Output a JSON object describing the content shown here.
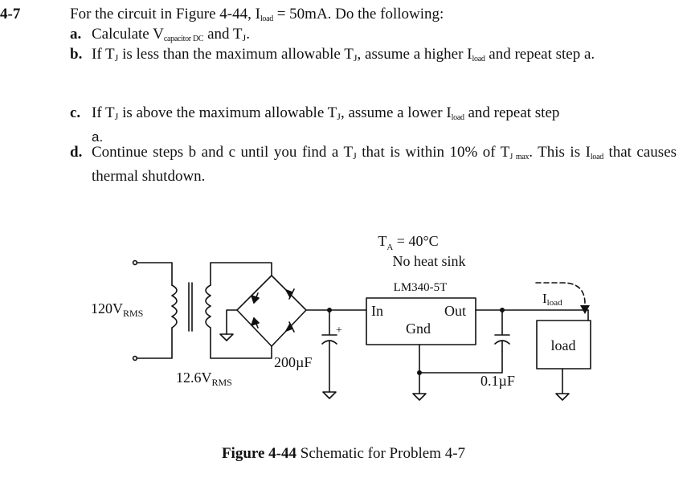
{
  "problem": {
    "number": "4-7",
    "statement": {
      "before": "For the circuit in Figure 4-44,  I",
      "sub": "load",
      "after": " = 50mA.  Do the following:"
    },
    "items": [
      {
        "label": "a.",
        "text": {
          "p1": "Calculate V",
          "s1": "capacitor DC",
          "p2": " and T",
          "s2": "J",
          "p3": "."
        }
      },
      {
        "label": "b.",
        "text": {
          "p1": "If T",
          "s1": "J",
          "p2": " is less than the maximum allowable T",
          "s2": "J",
          "p3": ", assume a higher I",
          "s3": "load",
          "p4": " and repeat step a."
        }
      },
      {
        "label": "c.",
        "text": {
          "p1": "If T",
          "s1": "J",
          "p2": " is above the maximum allowable T",
          "s2": "J",
          "p3": ", assume a lower I",
          "s3": "load",
          "p4": " and repeat step",
          "p5": "a."
        }
      },
      {
        "label": "d.",
        "text": {
          "p1": "Continue steps b and c until you find a T",
          "s1": "J",
          "p2": " that is within 10% of T",
          "s2": "J max",
          "p3": ".  This is I",
          "s3": "load",
          "p4": " that causes thermal shutdown."
        }
      }
    ]
  },
  "schematic": {
    "ambient": {
      "main": "T",
      "sub": "A",
      "rest": " = 40°C"
    },
    "heat_sink": "No heat sink",
    "regulator": {
      "part": "LM340-5T",
      "in": "In",
      "out": "Out",
      "gnd": "Gnd"
    },
    "source": {
      "main": "120V",
      "sub": "RMS"
    },
    "secondary": {
      "main": "12.6V",
      "sub": "RMS"
    },
    "filter_cap": "200µF",
    "output_cap": "0.1µF",
    "load_current": {
      "main": "I",
      "sub": "load"
    },
    "load": "load",
    "plus": "+"
  },
  "caption": {
    "label": "Figure 4-44",
    "text": "  Schematic for Problem 4-7"
  }
}
